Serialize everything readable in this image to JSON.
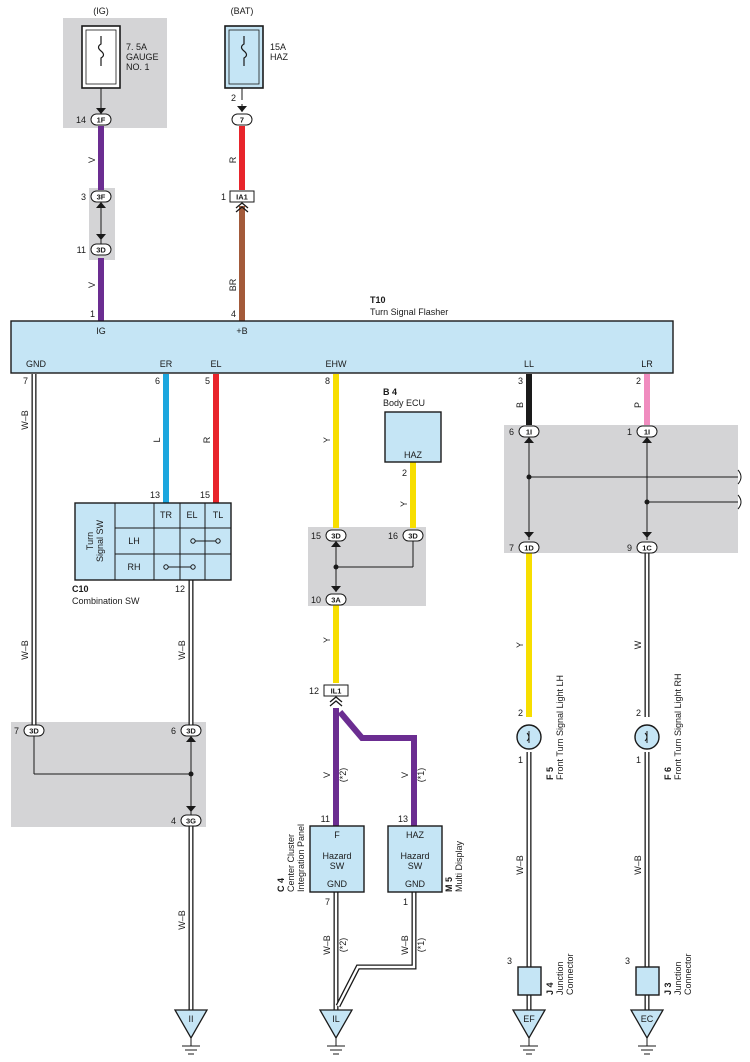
{
  "colors": {
    "violet": "#6b2d91",
    "red": "#e8242b",
    "brown": "#a35a3a",
    "lightblue": "#1ca6de",
    "yellow": "#f7de00",
    "black": "#1a1a1a",
    "pink": "#f08cbf",
    "component": "#c5e5f5",
    "shade": "#d4d4d6"
  },
  "sources": {
    "ig": "(IG)",
    "bat": "(BAT)",
    "fuse1": [
      "7. 5A",
      "GAUGE",
      "NO. 1"
    ],
    "fuse2": [
      "15A",
      "HAZ"
    ]
  },
  "connectors": {
    "c1F": "1F",
    "c3F": "3F",
    "c3D": "3D",
    "c7": "7",
    "cIA1": "IA1",
    "c1I": "1I",
    "c1D": "1D",
    "c1C": "1C",
    "c3A": "3A",
    "cIL1": "IL1",
    "c3G": "3G"
  },
  "pins": {
    "p14": "14",
    "p3": "3",
    "p11": "11",
    "p2": "2",
    "p1": "1",
    "p4": "4",
    "p7": "7",
    "p6": "6",
    "p5": "5",
    "p8": "8",
    "p9": "9",
    "p10": "10",
    "p12": "12",
    "p13": "13",
    "p15": "15",
    "p16": "16"
  },
  "wires": {
    "V": "V",
    "R": "R",
    "BR": "BR",
    "L": "L",
    "Y": "Y",
    "B": "B",
    "P": "P",
    "W": "W",
    "WB": "W–B",
    "x1": "(*1)",
    "x2": "(*2)"
  },
  "flasher": {
    "code": "T10",
    "name": "Turn Signal Flasher",
    "terms": {
      "ig": "IG",
      "b": "+B",
      "gnd": "GND",
      "er": "ER",
      "el": "EL",
      "ehw": "EHW",
      "ll": "LL",
      "lr": "LR"
    }
  },
  "bodyEcu": {
    "code": "B 4",
    "name": "Body ECU",
    "term": "HAZ"
  },
  "combSw": {
    "code": "C10",
    "name": "Combination SW",
    "inner": [
      "Turn",
      "Signal SW"
    ],
    "cols": [
      "TR",
      "EL",
      "TL"
    ],
    "rows": [
      "LH",
      "RH"
    ]
  },
  "c4": {
    "code": "C 4",
    "name": [
      "Center Cluster",
      "Integration Panel"
    ],
    "top": "F",
    "sw": [
      "Hazard",
      "SW"
    ],
    "gnd": "GND"
  },
  "m5": {
    "code": "M 5",
    "name": "Multi Display",
    "top": "HAZ",
    "sw": [
      "Hazard",
      "SW"
    ],
    "gnd": "GND"
  },
  "f5": {
    "code": "F 5",
    "name": "Front Turn Signal Light LH"
  },
  "f6": {
    "code": "F 6",
    "name": "Front Turn Signal Light RH"
  },
  "j4": {
    "code": "J 4",
    "name": [
      "Junction",
      "Connector"
    ]
  },
  "j3": {
    "code": "J 3",
    "name": [
      "Junction",
      "Connector"
    ]
  },
  "grounds": {
    "g1": "II",
    "g2": "IL",
    "g3": "EF",
    "g4": "EC"
  }
}
